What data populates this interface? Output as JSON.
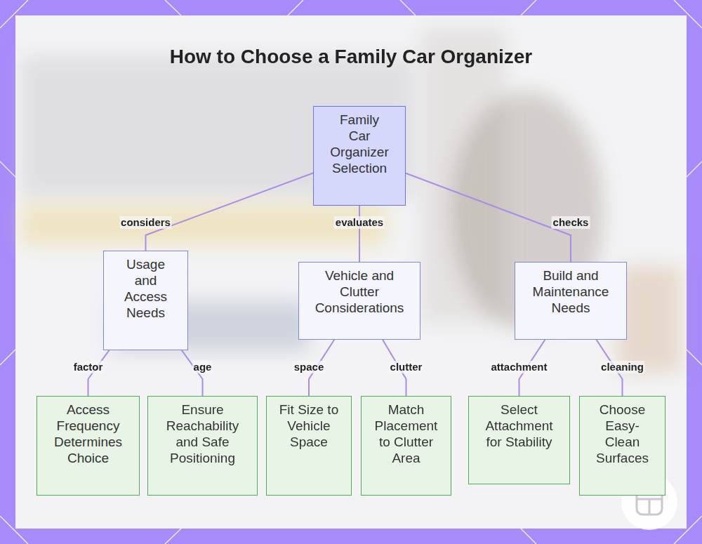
{
  "diagram": {
    "title": "How to Choose a Family Car Organizer",
    "nodes": [
      {
        "text": [
          "Family Car Organizer Selection"
        ]
      },
      {
        "text": [
          "Usage and Access Needs"
        ]
      },
      {
        "text": [
          "Vehicle and Clutter Considerations"
        ]
      },
      {
        "text": [
          "Build and Maintenance Needs"
        ]
      },
      {
        "text": [
          "Access Frequency Determines Choice"
        ]
      },
      {
        "text": [
          "Ensure Reachability and Safe Positioning"
        ]
      },
      {
        "text": [
          "Fit Size to Vehicle Space"
        ]
      },
      {
        "text": [
          "Match Placement to Clutter Area"
        ]
      },
      {
        "text": [
          "Select Attachment for Stability"
        ]
      },
      {
        "text": [
          "Choose Easy-Clean Surfaces"
        ]
      }
    ],
    "edges": [
      {
        "from": 0,
        "to": 1,
        "label": "considers",
        "arrow": "none"
      },
      {
        "from": 0,
        "to": 2,
        "label": "evaluates",
        "arrow": "none"
      },
      {
        "from": 0,
        "to": 3,
        "label": "checks",
        "arrow": "none"
      },
      {
        "from": 1,
        "to": 4,
        "label": "factor",
        "arrow": "none"
      },
      {
        "from": 1,
        "to": 5,
        "label": "age",
        "arrow": "none"
      },
      {
        "from": 2,
        "to": 6,
        "label": "space",
        "arrow": "none"
      },
      {
        "from": 2,
        "to": 7,
        "label": "clutter",
        "arrow": "none"
      },
      {
        "from": 3,
        "to": 8,
        "label": "attachment",
        "arrow": "none"
      },
      {
        "from": 3,
        "to": 9,
        "label": "cleaning",
        "arrow": "none"
      }
    ]
  }
}
